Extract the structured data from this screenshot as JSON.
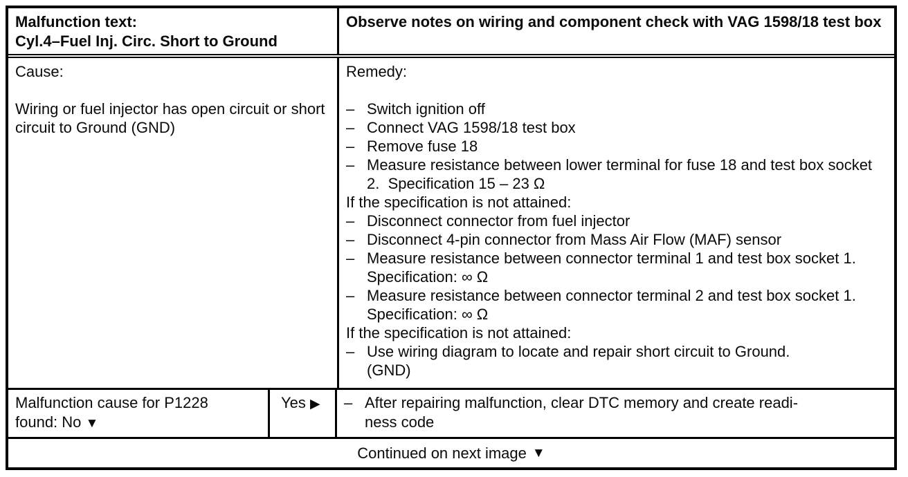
{
  "header": {
    "malfunction_label": "Malfunction text:",
    "malfunction_text": "Cyl.4–Fuel Inj. Circ. Short to Ground",
    "note": "Observe notes on wiring and component check with VAG 1598/18 test box"
  },
  "cause": {
    "label": "Cause:",
    "text": "Wiring or fuel injector has open circuit or short circuit to Ground (GND)"
  },
  "remedy": {
    "label": "Remedy:",
    "items": [
      {
        "bullet": "–",
        "text": "Switch ignition off"
      },
      {
        "bullet": "–",
        "text": "Connect VAG 1598/18 test box"
      },
      {
        "bullet": "–",
        "text": "Remove fuse 18"
      },
      {
        "bullet": "–",
        "text": "Measure resistance between lower terminal for fuse 18 and test box socket 2.  Specification 15 – 23 Ω"
      },
      {
        "bullet": "",
        "text": "If the specification is not attained:"
      },
      {
        "bullet": "–",
        "text": "Disconnect connector from fuel injector"
      },
      {
        "bullet": "–",
        "text": "Disconnect 4-pin connector from Mass Air Flow (MAF) sensor"
      },
      {
        "bullet": "–",
        "text": "Measure resistance between connector terminal 1 and test box socket 1.  Specification: ∞ Ω"
      },
      {
        "bullet": "–",
        "text": "Measure resistance between connector terminal 2 and test box socket 1.  Specification: ∞ Ω"
      },
      {
        "bullet": "",
        "text": "If the specification is not attained:"
      },
      {
        "bullet": "–",
        "text": "Use wiring diagram to locate and repair short circuit to Ground.\n(GND)"
      }
    ]
  },
  "decision": {
    "question": "Malfunction cause for P1228\nfound: No",
    "no_arrow": "▼",
    "yes_label": "Yes",
    "yes_arrow": "▶",
    "action_bullet": "–",
    "action_text": "After repairing malfunction, clear DTC memory and create readi-\nness code"
  },
  "footer": {
    "text": "Continued on next image",
    "arrow": "▼"
  },
  "colors": {
    "border": "#000000",
    "background": "#ffffff",
    "text": "#0a0a0a"
  }
}
